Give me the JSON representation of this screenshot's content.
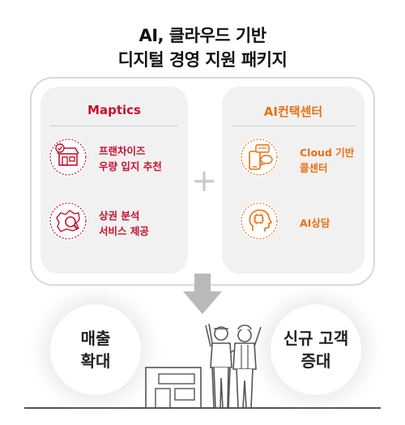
{
  "title": {
    "line1": "AI, 클라우드 기반",
    "line2": "디지털 경영 지원 패키지"
  },
  "left_panel": {
    "heading": "Maptics",
    "items": [
      {
        "icon": "store-check-icon",
        "line1": "프랜차이즈",
        "line2": "우량 입지 추천"
      },
      {
        "icon": "map-search-icon",
        "line1": "상권 분석",
        "line2": "서비스 제공"
      }
    ]
  },
  "right_panel": {
    "heading": "AI컨택센터",
    "items": [
      {
        "icon": "phone-chat-icon",
        "line1": "Cloud 기반",
        "line2": "콜센터"
      },
      {
        "icon": "ai-head-icon",
        "line1": "AI상담",
        "line2": ""
      }
    ]
  },
  "plus_symbol": "+",
  "outcomes": {
    "left": "매출\n확대",
    "right": "신규 고객\n증대"
  },
  "colors": {
    "accent_red": "#c8102e",
    "accent_orange": "#e8700f",
    "panel_bg": "#f1f1f1"
  }
}
